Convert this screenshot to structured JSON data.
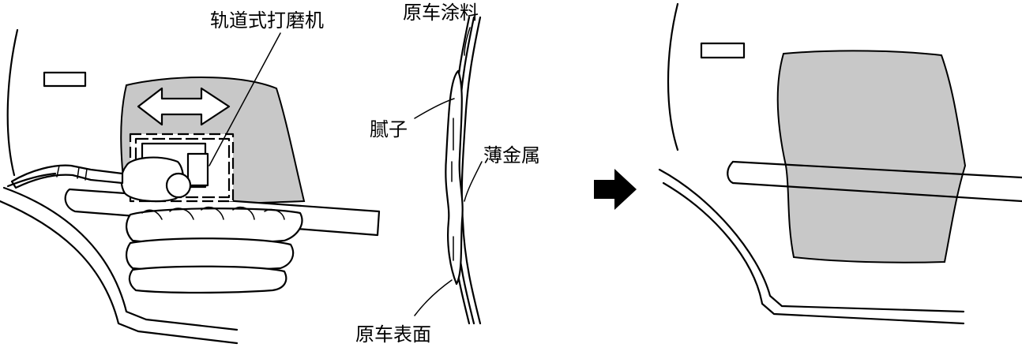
{
  "labels": {
    "orbital_sander": "轨道式打磨机",
    "original_paint": "原车涂料",
    "putty": "腻子",
    "sheet_metal": "薄金属",
    "original_surface": "原车表面"
  },
  "colors": {
    "line": "#000000",
    "sanded_area": "#c8c8c8",
    "background": "#ffffff"
  },
  "icons": [
    "double-arrow-icon",
    "right-arrow-icon",
    "orbital-sander-icon"
  ]
}
